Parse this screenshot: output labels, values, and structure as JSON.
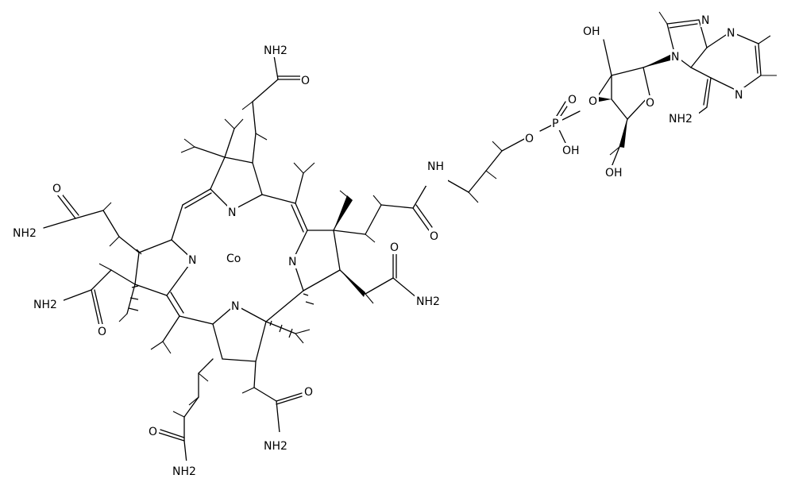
{
  "center_label": "Co",
  "atom_labels": {
    "n_ring_a": "N",
    "n_ring_b": "N",
    "n_ring_c": "N",
    "n_ring_d": "N",
    "nh2_top": "NH2",
    "o_top": "O",
    "nh2_left_upper": "NH2",
    "o_left_upper": "O",
    "nh2_left_lower": "NH2",
    "o_left_lower": "O",
    "nh2_bottom_left": "NH2",
    "o_bottom_left": "O",
    "nh2_bottom_mid": "NH2",
    "o_bottom_mid": "O",
    "nh2_right_mid": "NH2",
    "o_right_mid": "O",
    "nh_linker": "NH",
    "o_linker_amide": "O",
    "o_ester": "O",
    "p_atom": "P",
    "o_phosphate_dbl": "O",
    "oh_phosphate": "OH",
    "o_ribose_3": "O",
    "o_ribose_ring": "O",
    "oh_ribose_2": "OH",
    "oh_ribose_5": "OH",
    "n_purine_7": "N",
    "n_purine_9": "N",
    "n_purine_3": "N",
    "n_purine_1": "N",
    "nh2_purine": "NH2"
  }
}
